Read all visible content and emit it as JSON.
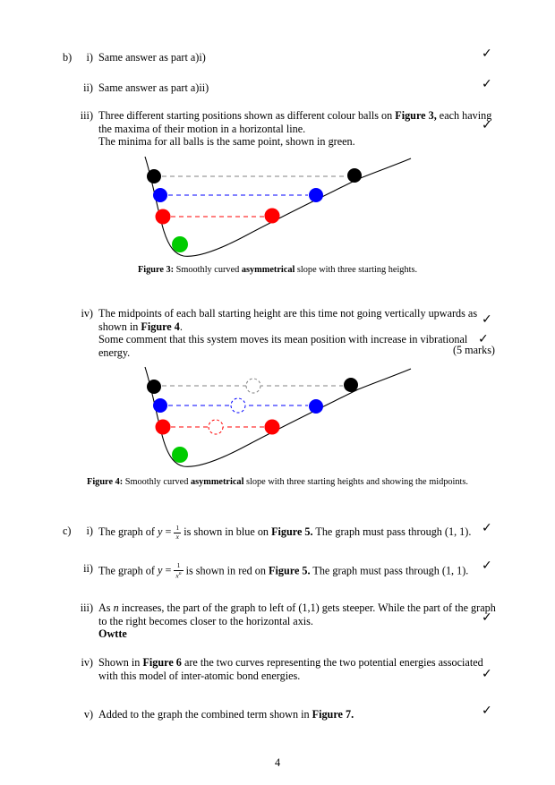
{
  "checkmark": "✓",
  "page_number": "4",
  "colors": {
    "black": "#000000",
    "blue": "#0000ff",
    "red": "#ff0000",
    "green": "#00cc00",
    "gray": "#808080",
    "curve": "#000000"
  },
  "section_b": {
    "label": "b)",
    "item_i": {
      "label": "i)",
      "text": "Same answer as part a)i)"
    },
    "item_ii": {
      "label": "ii)",
      "text": "Same answer as part a)ii)"
    },
    "item_iii": {
      "label": "iii)",
      "pre": "Three different starting positions shown as different colour balls on ",
      "bold": "Figure 3,",
      "post": " each having the maxima of their motion in a horizontal line.",
      "line2": "The minima for all balls is the same point, shown in green."
    },
    "item_iv": {
      "label": "iv)",
      "pre": "The midpoints of each ball starting height are this time not going vertically upwards as shown in ",
      "bold": "Figure 4",
      "post": ".",
      "line2": "Some comment that this system moves its mean position with increase in vibrational energy.",
      "marks": "(5 marks)"
    }
  },
  "figure3": {
    "caption_label": "Figure 3:",
    "caption_pre": " Smoothly curved ",
    "caption_bold": "asymmetrical",
    "caption_post": " slope with three starting heights."
  },
  "figure4": {
    "caption_label": "Figure 4:",
    "caption_pre": " Smoothly curved ",
    "caption_bold": "asymmetrical",
    "caption_post": " slope with three starting heights and showing the midpoints."
  },
  "section_c": {
    "label": "c)",
    "item_i": {
      "label": "i)",
      "pre": "The graph of ",
      "math": {
        "var": "y",
        "eq": " = ",
        "num": "1",
        "den": "x"
      },
      "mid": " is shown in blue on ",
      "bold": "Figure 5.",
      "post": " The graph must pass through (1, 1)."
    },
    "item_ii": {
      "label": "ii)",
      "pre": "The graph of ",
      "math": {
        "var": "y",
        "eq": " = ",
        "num": "1",
        "den": "x",
        "den_sup": "n"
      },
      "mid": " is shown in red on ",
      "bold": "Figure 5.",
      "post": " The graph must pass through (1, 1)."
    },
    "item_iii": {
      "label": "iii)",
      "pre": "As ",
      "var": "n",
      "post": " increases, the part of the graph to left of (1,1) gets steeper. While the part of the graph to the right becomes closer to the horizontal axis.",
      "bold_word": "Owtte"
    },
    "item_iv": {
      "label": "iv)",
      "pre": "Shown in ",
      "bold": "Figure 6",
      "post": " are the two curves representing the two potential energies associated with this model of inter-atomic bond energies."
    },
    "item_v": {
      "label": "v)",
      "pre": "Added to the graph the combined term shown in ",
      "bold": "Figure 7."
    }
  }
}
